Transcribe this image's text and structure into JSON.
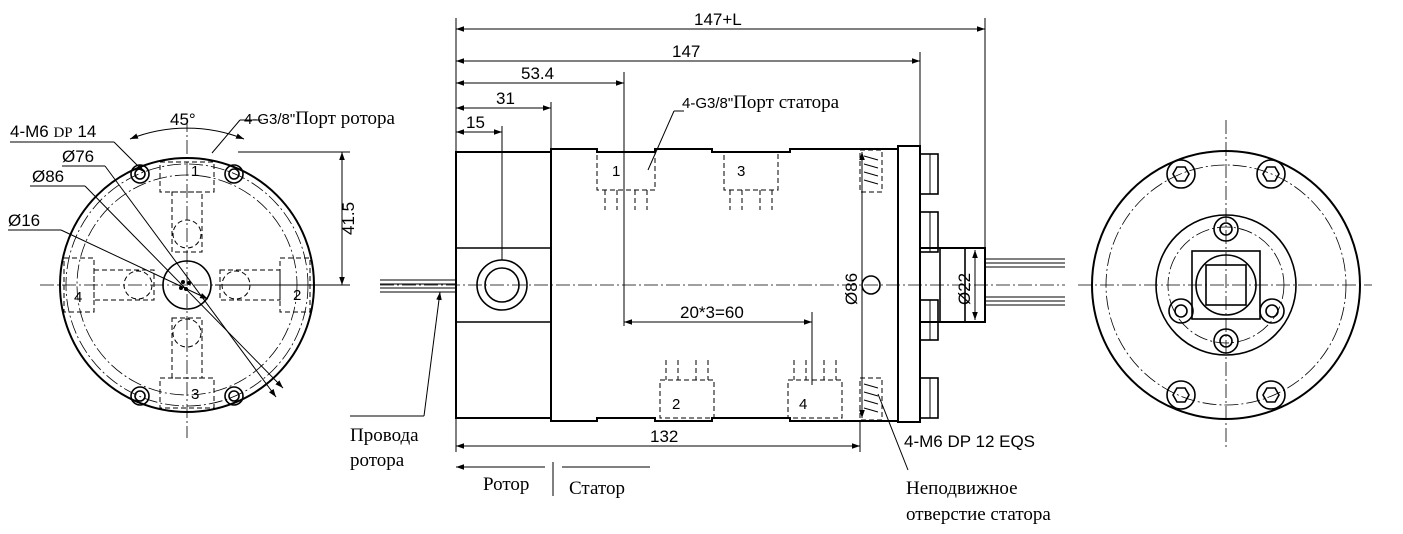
{
  "dimensions": {
    "overall_plus_l": "147+L",
    "overall": "147",
    "d53": "53.4",
    "d31": "31",
    "d15": "15",
    "d132": "132",
    "pitch": "20*3=60",
    "dia86_side": "Ø86",
    "dia22": "Ø22",
    "angle": "45°",
    "dia76": "Ø76",
    "dia86": "Ø86",
    "dia16": "Ø16",
    "d41": "41.5",
    "m6_front_prefix": "4-M6",
    "m6_front_dp": "DP",
    "m6_front_depth": "14"
  },
  "labels": {
    "rotor_port_code": "4-G3/8\"",
    "rotor_port_text": "Порт ротора",
    "stator_port_code": "4-G3/8\"",
    "stator_port_text": "Порт статора",
    "m6_eqs": "4-M6 DP 12 EQS",
    "rotor_wires_line1": "Провода",
    "rotor_wires_line2": "ротора",
    "rotor": "Ротор",
    "stator": "Статор",
    "fixed_hole_line1": "Неподвижное",
    "fixed_hole_line2": "отверстие статора"
  },
  "ports": {
    "front": [
      "1",
      "2",
      "3",
      "4"
    ],
    "side_top": [
      "1",
      "3"
    ],
    "side_bottom": [
      "2",
      "4"
    ]
  }
}
